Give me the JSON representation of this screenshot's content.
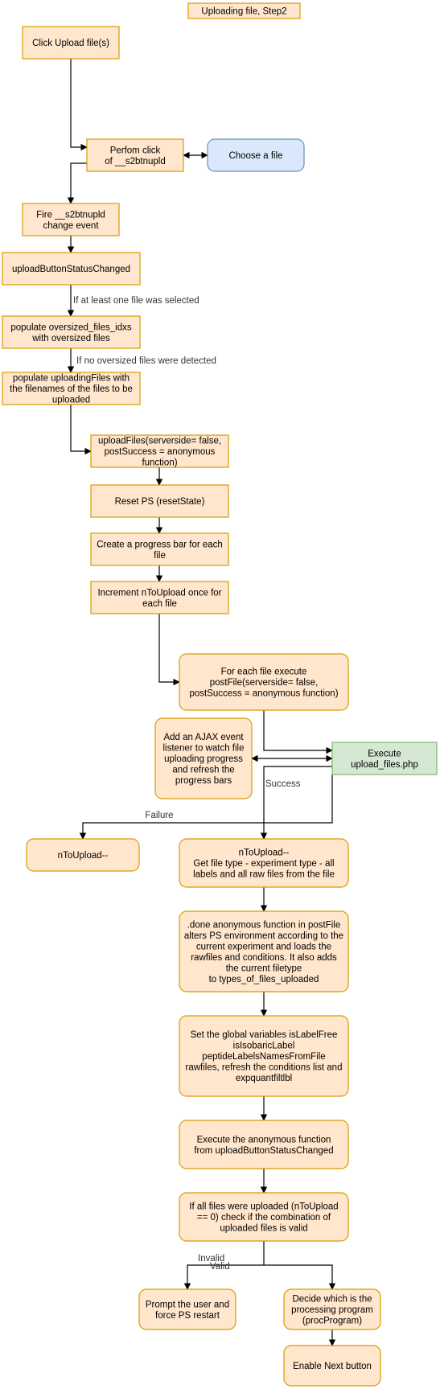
{
  "title": "Uploading file, Step2",
  "colors": {
    "orange_fill": "#ffe6cc",
    "orange_stroke": "#d79b00",
    "blue_fill": "#dae8fc",
    "blue_stroke": "#6c8ebf",
    "green_fill": "#d5e8d4",
    "green_stroke": "#82b366",
    "edge": "#000000"
  },
  "nodes": [
    {
      "id": "click_upload",
      "lines": [
        "Click Upload file(s)"
      ],
      "style": "orange"
    },
    {
      "id": "perform_click",
      "lines": [
        "Perfom click",
        "of __s2btnupld"
      ],
      "style": "orange"
    },
    {
      "id": "choose_file",
      "lines": [
        "Choose a file"
      ],
      "style": "blue",
      "rounded": true
    },
    {
      "id": "fire_change",
      "lines": [
        "Fire __s2btnupld",
        "change event"
      ],
      "style": "orange"
    },
    {
      "id": "upload_status",
      "lines": [
        "uploadButtonStatusChanged"
      ],
      "style": "orange"
    },
    {
      "id": "populate_oversized",
      "lines": [
        "populate oversized_files_idxs",
        "with oversized files"
      ],
      "style": "orange"
    },
    {
      "id": "populate_uploading",
      "lines": [
        "populate uploadingFiles with",
        "the filenames of the files to be",
        "uploaded"
      ],
      "style": "orange"
    },
    {
      "id": "upload_files",
      "lines": [
        "uploadFiles(serverside= false,",
        "postSuccess = anonymous",
        "function)"
      ],
      "style": "orange"
    },
    {
      "id": "reset_ps",
      "lines": [
        "Reset PS (resetState)"
      ],
      "style": "orange"
    },
    {
      "id": "progress_bar",
      "lines": [
        "Create a progress bar for each",
        "file"
      ],
      "style": "orange"
    },
    {
      "id": "increment",
      "lines": [
        "Increment nToUpload once for",
        "each file"
      ],
      "style": "orange"
    },
    {
      "id": "for_each",
      "lines": [
        "For each file execute",
        "postFile(serverside= false,",
        "postSuccess = anonymous function)"
      ],
      "style": "orange",
      "rounded": true
    },
    {
      "id": "ajax_listener",
      "lines": [
        "Add an AJAX event",
        "listener to watch file",
        "uploading progress",
        "and refresh the",
        "progress bars"
      ],
      "style": "orange",
      "rounded": true
    },
    {
      "id": "execute_php",
      "lines": [
        "Execute",
        "upload_files.php"
      ],
      "style": "green"
    },
    {
      "id": "ntoupload_fail",
      "lines": [
        "nToUpload--"
      ],
      "style": "orange",
      "rounded": true
    },
    {
      "id": "ntoupload_success",
      "lines": [
        "nToUpload--",
        "Get file type - experiment type - all",
        "labels and all raw files from the file"
      ],
      "style": "orange",
      "rounded": true
    },
    {
      "id": "done_fn",
      "lines": [
        ".done anonymous function in postFile",
        "alters PS environment according to the",
        "current experiment and loads the",
        "rawfiles and conditions. It also adds",
        "the current filetype",
        "to types_of_files_uploaded"
      ],
      "style": "orange",
      "rounded": true
    },
    {
      "id": "set_globals",
      "lines": [
        "Set the global variables isLabelFree",
        "isIsobaricLabel",
        "peptideLabelsNamesFromFile",
        "rawfiles, refresh the conditions list and",
        "expquantfiltlbl"
      ],
      "style": "orange",
      "rounded": true
    },
    {
      "id": "exec_anon",
      "lines": [
        "Execute the anonymous function",
        "from uploadButtonStatusChanged"
      ],
      "style": "orange",
      "rounded": true
    },
    {
      "id": "all_uploaded",
      "lines": [
        "If all files were uploaded (nToUpload",
        "== 0) check if the combination of",
        "uploaded files is valid"
      ],
      "style": "orange",
      "rounded": true
    },
    {
      "id": "prompt_restart",
      "lines": [
        "Prompt the user and",
        "force PS restart"
      ],
      "style": "orange",
      "rounded": true
    },
    {
      "id": "decide_program",
      "lines": [
        "Decide which is the",
        "processing program",
        "(procProgram)"
      ],
      "style": "orange",
      "rounded": true
    },
    {
      "id": "enable_next",
      "lines": [
        "Enable Next button"
      ],
      "style": "orange",
      "rounded": true
    }
  ],
  "edge_labels": [
    {
      "id": "at_least_one",
      "text": "If at least one file was selected"
    },
    {
      "id": "no_oversized",
      "text": "If no oversized files were detected"
    },
    {
      "id": "success",
      "text": "Success"
    },
    {
      "id": "failure",
      "text": "Failure"
    },
    {
      "id": "invalid",
      "text": "Invalid"
    },
    {
      "id": "valid",
      "text": "Valid"
    }
  ]
}
